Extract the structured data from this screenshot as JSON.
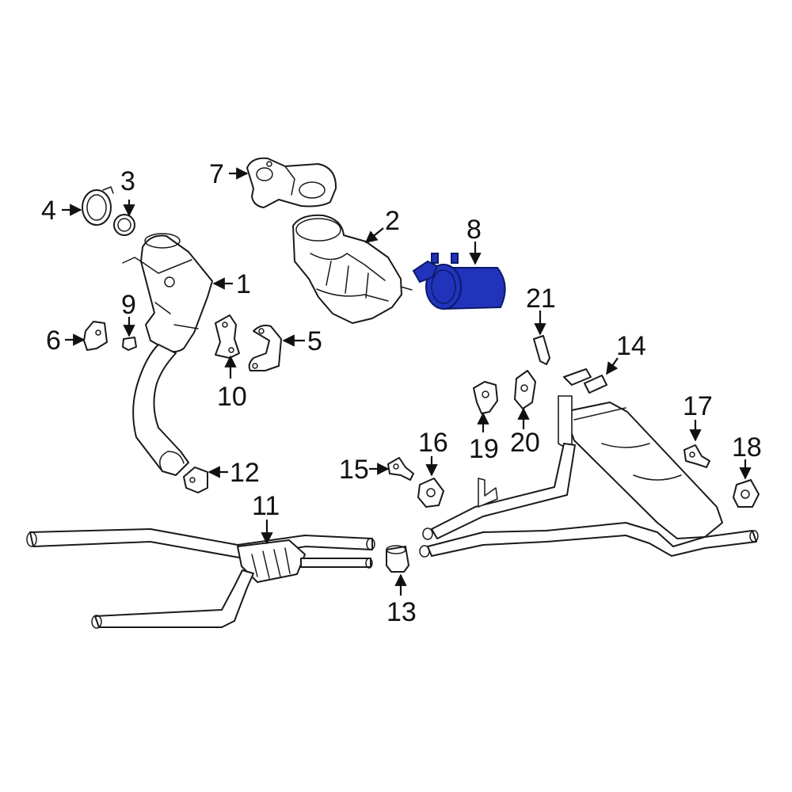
{
  "diagram": {
    "highlight_color": "#2233bb",
    "callouts": {
      "c1": "1",
      "c2": "2",
      "c3": "3",
      "c4": "4",
      "c5": "5",
      "c6": "6",
      "c7": "7",
      "c8": "8",
      "c9": "9",
      "c10": "10",
      "c11": "11",
      "c12": "12",
      "c13": "13",
      "c14": "14",
      "c15": "15",
      "c16": "16",
      "c17": "17",
      "c18": "18",
      "c19": "19",
      "c20": "20",
      "c21": "21"
    },
    "highlighted_part": "8"
  }
}
